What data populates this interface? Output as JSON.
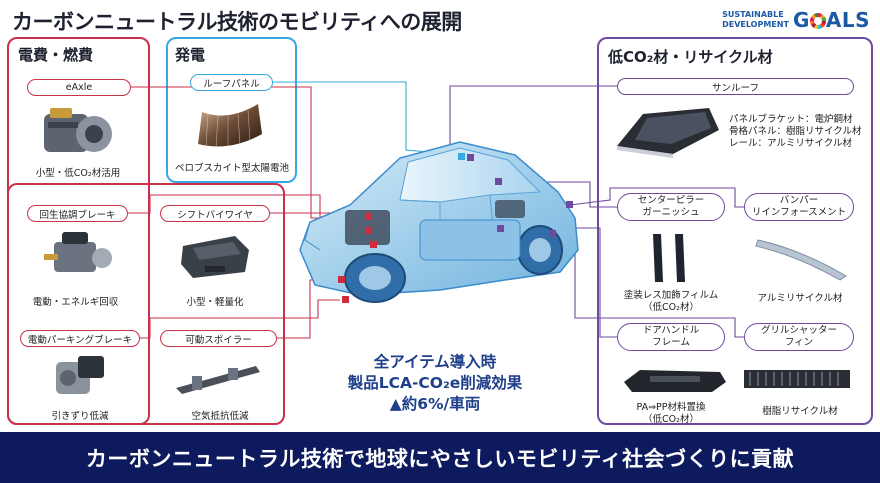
{
  "title": "カーボンニュートラル技術のモビリティへの展開",
  "sdg": {
    "line1": "SUSTAINABLE",
    "line2": "DEVELOPMENT",
    "goals_pre": "G",
    "goals_post": "ALS"
  },
  "groups": {
    "electricity": {
      "heading": "電費・燃費",
      "items": [
        {
          "label": "eAxle",
          "caption": "小型・低CO₂材活用"
        },
        {
          "label": "回生協調ブレーキ",
          "caption": "電動・エネルギ回収"
        },
        {
          "label": "シフトバイワイヤ",
          "caption": "小型・軽量化"
        },
        {
          "label": "電動パーキングブレーキ",
          "caption": "引きずり低減"
        },
        {
          "label": "可動スポイラー",
          "caption": "空気抵抗低減"
        }
      ]
    },
    "power": {
      "heading": "発電",
      "items": [
        {
          "label": "ルーフパネル",
          "caption": "ペロブスカイト型太陽電池"
        }
      ]
    },
    "low_co2": {
      "heading": "低CO₂材・リサイクル材",
      "sunroof": {
        "label": "サンルーフ",
        "notes": [
          "パネルブラケット：電炉鋼材",
          "骨格パネル：樹脂リサイクル材",
          "レール：アルミリサイクル材"
        ]
      },
      "items": [
        {
          "label_line1": "センターピラー",
          "label_line2": "ガーニッシュ",
          "caption_line1": "塗装レス加飾フィルム",
          "caption_line2": "（低CO₂材）"
        },
        {
          "label_line1": "バンパー",
          "label_line2": "リインフォースメント",
          "caption_line1": "アルミリサイクル材",
          "caption_line2": ""
        },
        {
          "label_line1": "ドアハンドル",
          "label_line2": "フレーム",
          "caption_line1": "PA⇒PP材料置換",
          "caption_line2": "（低CO₂材）"
        },
        {
          "label_line1": "グリルシャッター",
          "label_line2": "フィン",
          "caption_line1": "樹脂リサイクル材",
          "caption_line2": ""
        }
      ]
    }
  },
  "effect": {
    "line1": "全アイテム導入時",
    "line2": "製品LCA-CO₂e削減効果",
    "line3": "▲約6%/車両"
  },
  "banner": "カーボンニュートラル技術で地球にやさしいモビリティ社会づくりに貢献",
  "colors": {
    "red": "#c8324a",
    "blue": "#36a9e1",
    "purple": "#6e4a9e",
    "navy": "#0d1b5e"
  }
}
